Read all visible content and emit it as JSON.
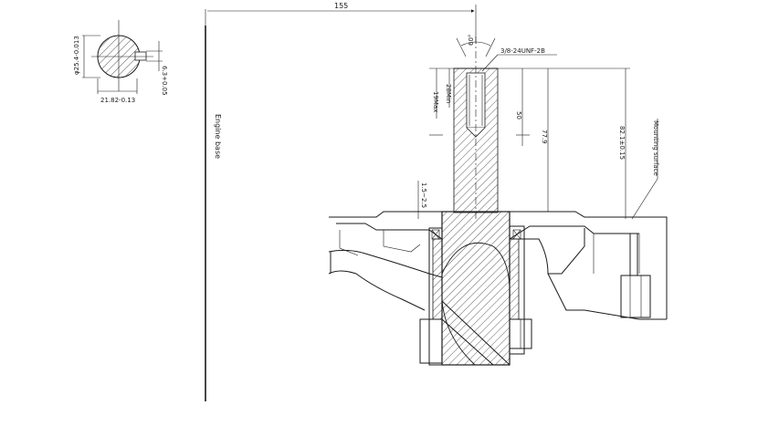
{
  "labels": {
    "overall_length": "155",
    "thread": "3/8-24UNF-2B",
    "angle": "60°",
    "engine_base": "Engine base",
    "mounting_surface": "Mounting surface",
    "dim_50": "50",
    "dim_77_9": "77.9",
    "dim_82_1": "82.1±0.15",
    "dim_28min": "28Min",
    "dim_19max": "19Max",
    "dim_gap": "1.5~2.5",
    "shaft_dia": "φ25.4-0.013",
    "keyway_depth": "21.82-0.13",
    "keyway_width": "6.3+0.05"
  },
  "colors": {
    "line": "#1a1a1a",
    "background": "#ffffff"
  }
}
